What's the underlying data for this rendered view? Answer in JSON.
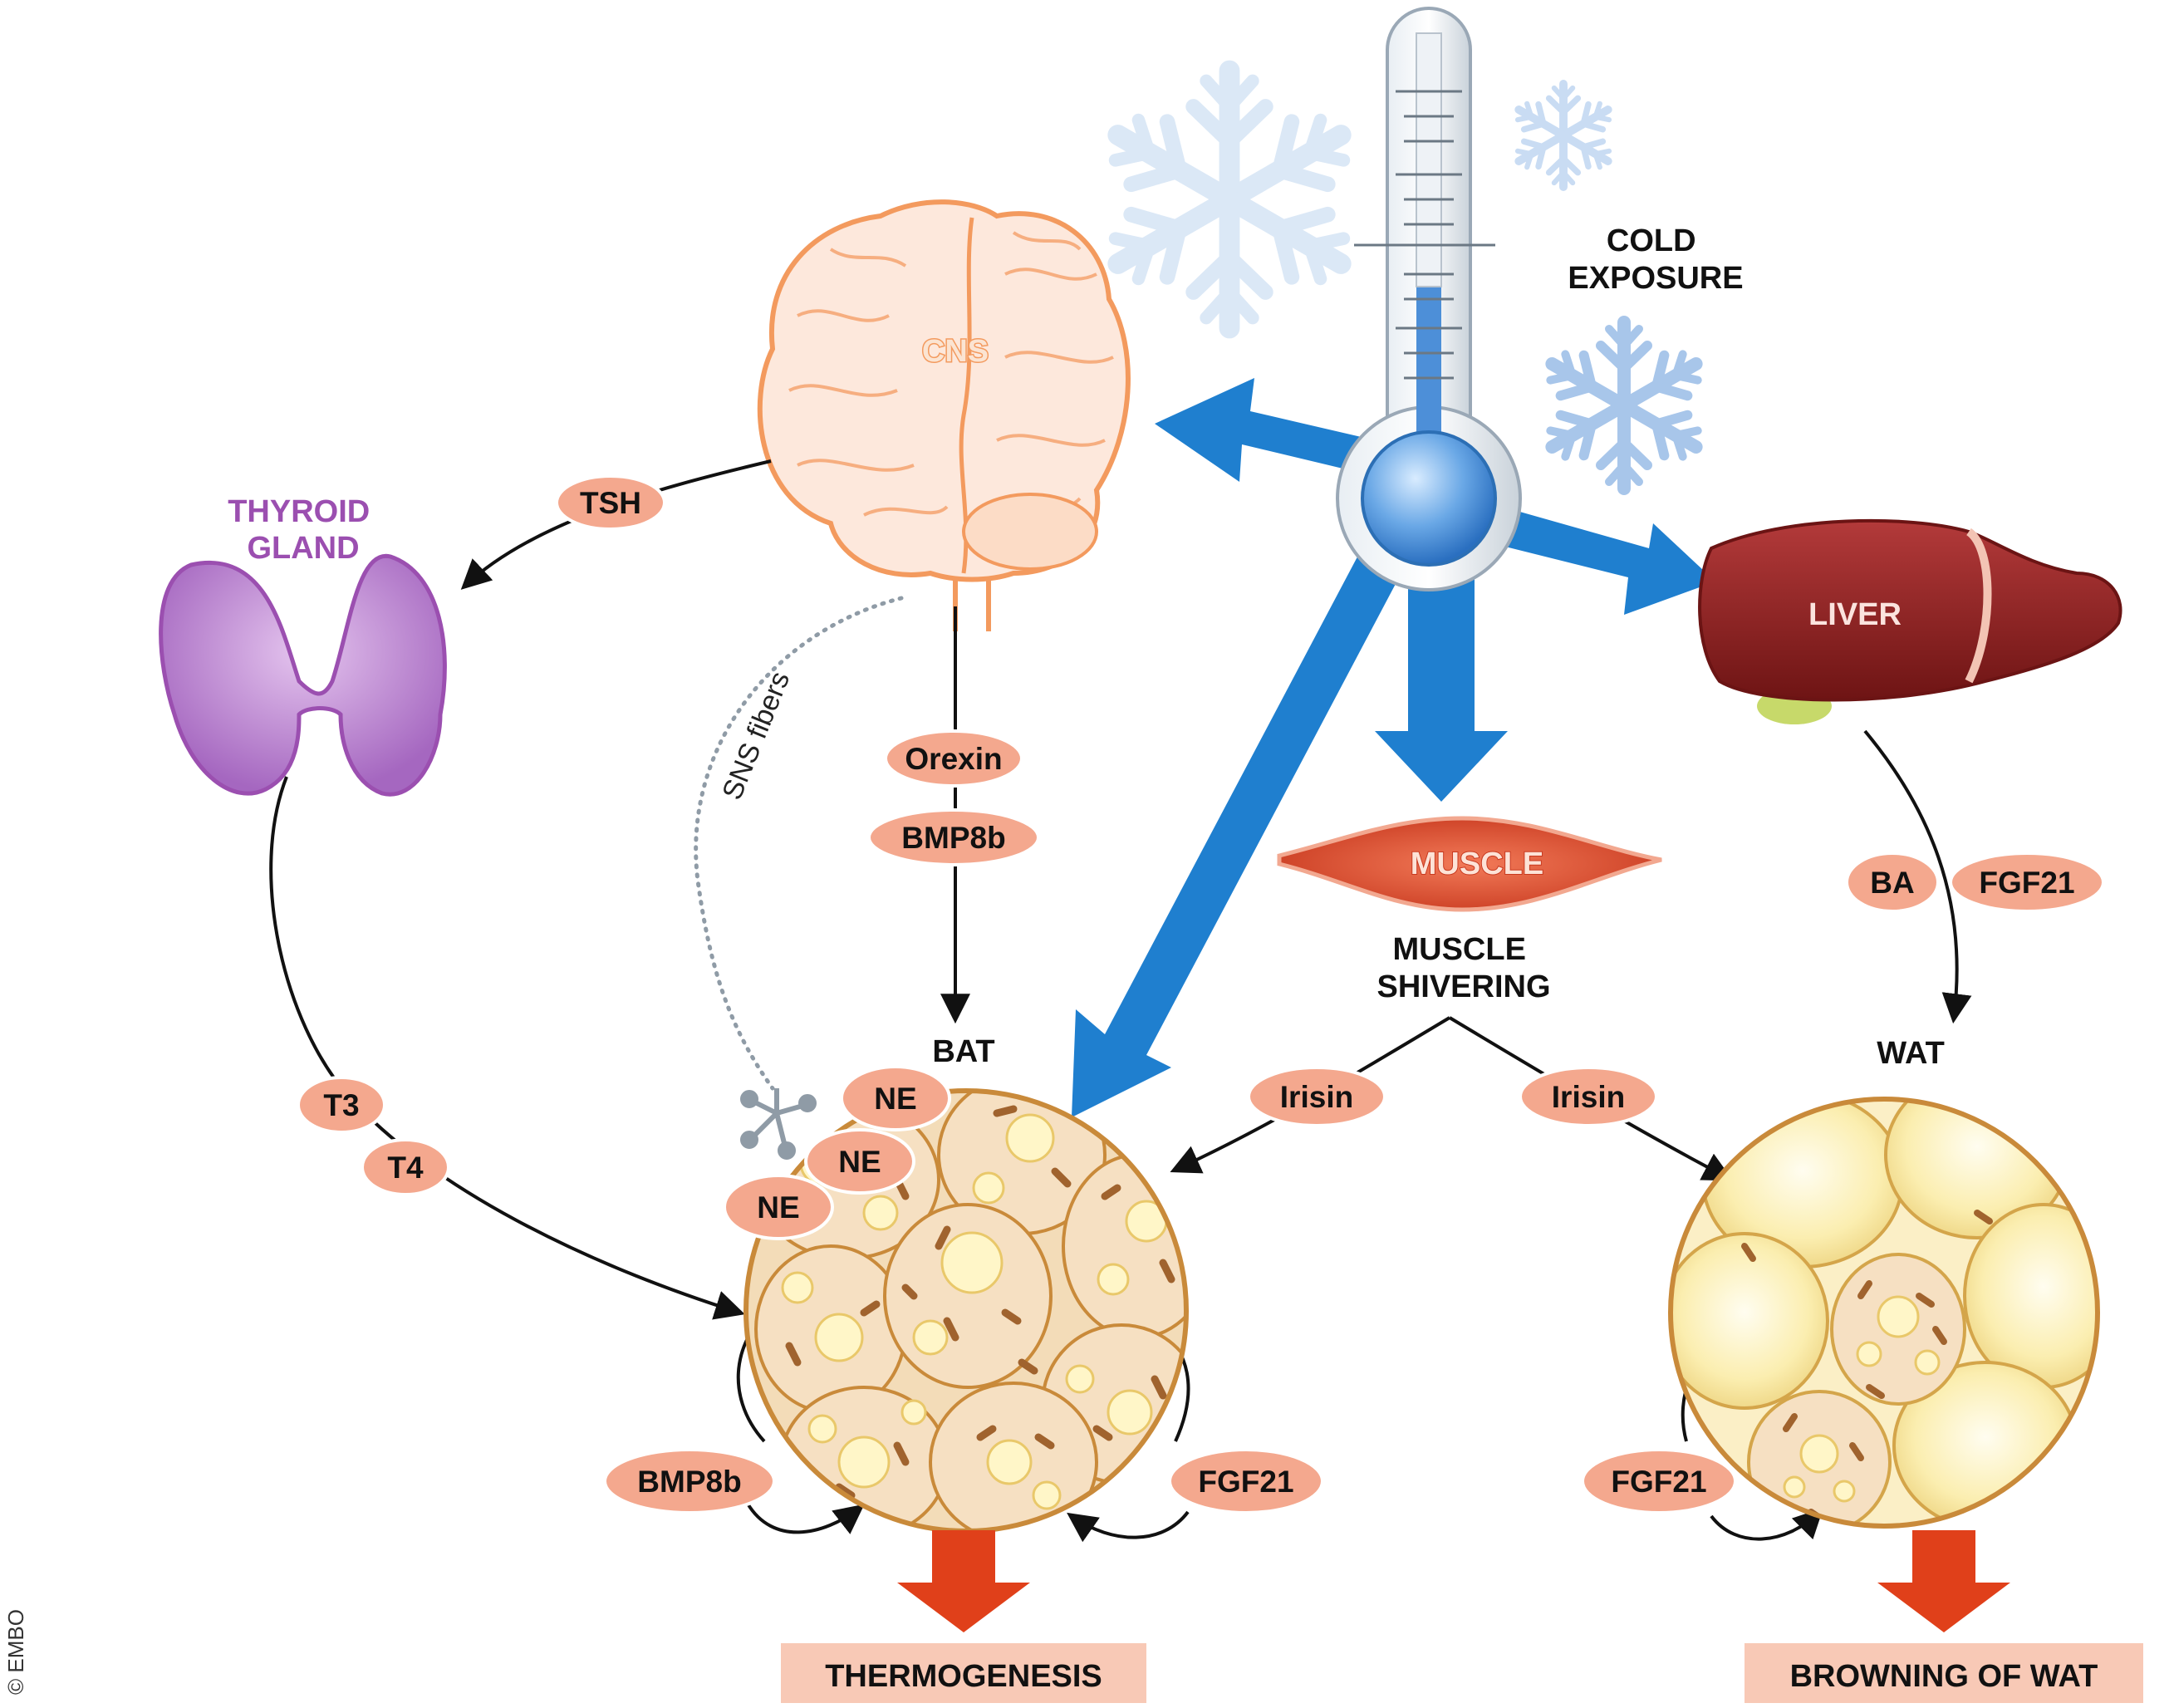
{
  "copyright": "© EMBO",
  "stimulus": {
    "line1": "COLD",
    "line2": "EXPOSURE"
  },
  "organs": {
    "cns": "CNS",
    "thyroid_line1": "THYROID",
    "thyroid_line2": "GLAND",
    "liver": "LIVER",
    "muscle": "MUSCLE",
    "muscle_caption_line1": "MUSCLE",
    "muscle_caption_line2": "SHIVERING",
    "bat": "BAT",
    "wat": "WAT"
  },
  "pathways": {
    "sns_fibers": "SNS fibers",
    "tsh": "TSH",
    "orexin": "Orexin",
    "bmp8b_cns": "BMP8b",
    "t3": "T3",
    "t4": "T4",
    "ne": [
      "NE",
      "NE",
      "NE"
    ],
    "irisin_left": "Irisin",
    "irisin_right": "Irisin",
    "ba": "BA",
    "fgf21_liver": "FGF21",
    "bmp8b_bat": "BMP8b",
    "fgf21_bat": "FGF21",
    "fgf21_wat": "FGF21"
  },
  "outcomes": {
    "bat": "THERMOGENESIS",
    "wat": "BROWNING OF WAT"
  },
  "colors": {
    "pill_fill": "#f4a88e",
    "cold_arrow": "#1f7fcf",
    "outcome_arrow": "#e0401a",
    "outcome_box": "#f8c9b6",
    "thyroid": "#9b4fb0",
    "cns": "#f39a5e",
    "liver": "#8b1d1d",
    "muscle": "#e0563a",
    "snowflake": "#c7dcf2"
  }
}
